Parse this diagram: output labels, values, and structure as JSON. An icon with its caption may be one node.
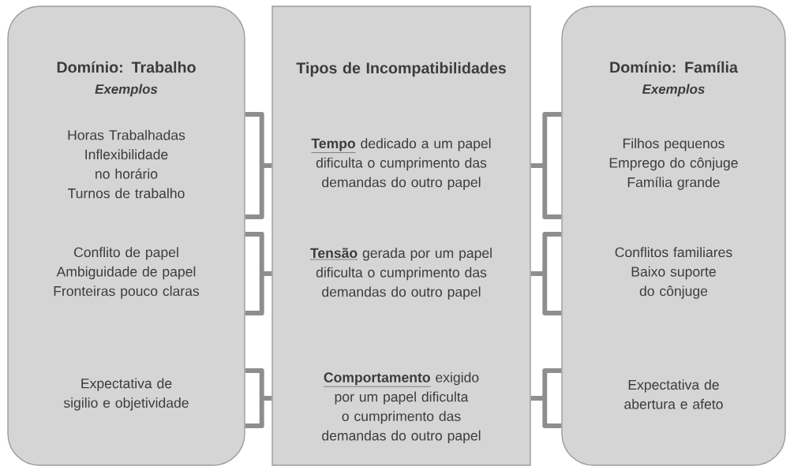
{
  "diagram": {
    "nodes": [
      {
        "text": [
          "Domínio: Trabalho",
          "Exemplos"
        ]
      },
      {
        "text": [
          "Horas Trabalhadas",
          "Inflexibilidade no horário",
          "Turnos de trabalho"
        ],
        "in": 0
      },
      {
        "text": [
          "Conflito de papel",
          "Ambiguidade de papel",
          "Fronteiras pouco claras"
        ],
        "in": 0
      },
      {
        "text": [
          "Expectativa de sigilio e objetividade"
        ],
        "in": 0
      },
      {
        "text": [
          "Tipos de Incompatibilidades"
        ]
      },
      {
        "text": [
          "Tempo",
          "dedicado a um papel dificulta o cumprimento das demandas do outro papel"
        ],
        "in": 4
      },
      {
        "text": [
          "Tensão",
          "gerada por um papel dificulta o cumprimento das demandas do outro papel"
        ],
        "in": 4
      },
      {
        "text": [
          "Comportamento",
          "exigido por um papel dificulta o cumprimento das demandas do outro papel"
        ],
        "in": 4
      },
      {
        "text": [
          "Domínio: Família",
          "Exemplos"
        ]
      },
      {
        "text": [
          "Filhos pequenos",
          "Emprego do cônjuge",
          "Família grande"
        ],
        "in": 8
      },
      {
        "text": [
          "Conflitos familiares",
          "Baixo suporte do cônjuge"
        ],
        "in": 8
      },
      {
        "text": [
          "Expectativa de abertura e afeto"
        ],
        "in": 8
      }
    ],
    "edges": [
      {
        "from": 0,
        "to": 4,
        "arrow": "none"
      },
      {
        "from": 0,
        "to": 4,
        "arrow": "none"
      },
      {
        "from": 0,
        "to": 4,
        "arrow": "none"
      },
      {
        "from": 4,
        "to": 8,
        "arrow": "none"
      },
      {
        "from": 4,
        "to": 8,
        "arrow": "none"
      },
      {
        "from": 4,
        "to": 8,
        "arrow": "none"
      }
    ]
  }
}
